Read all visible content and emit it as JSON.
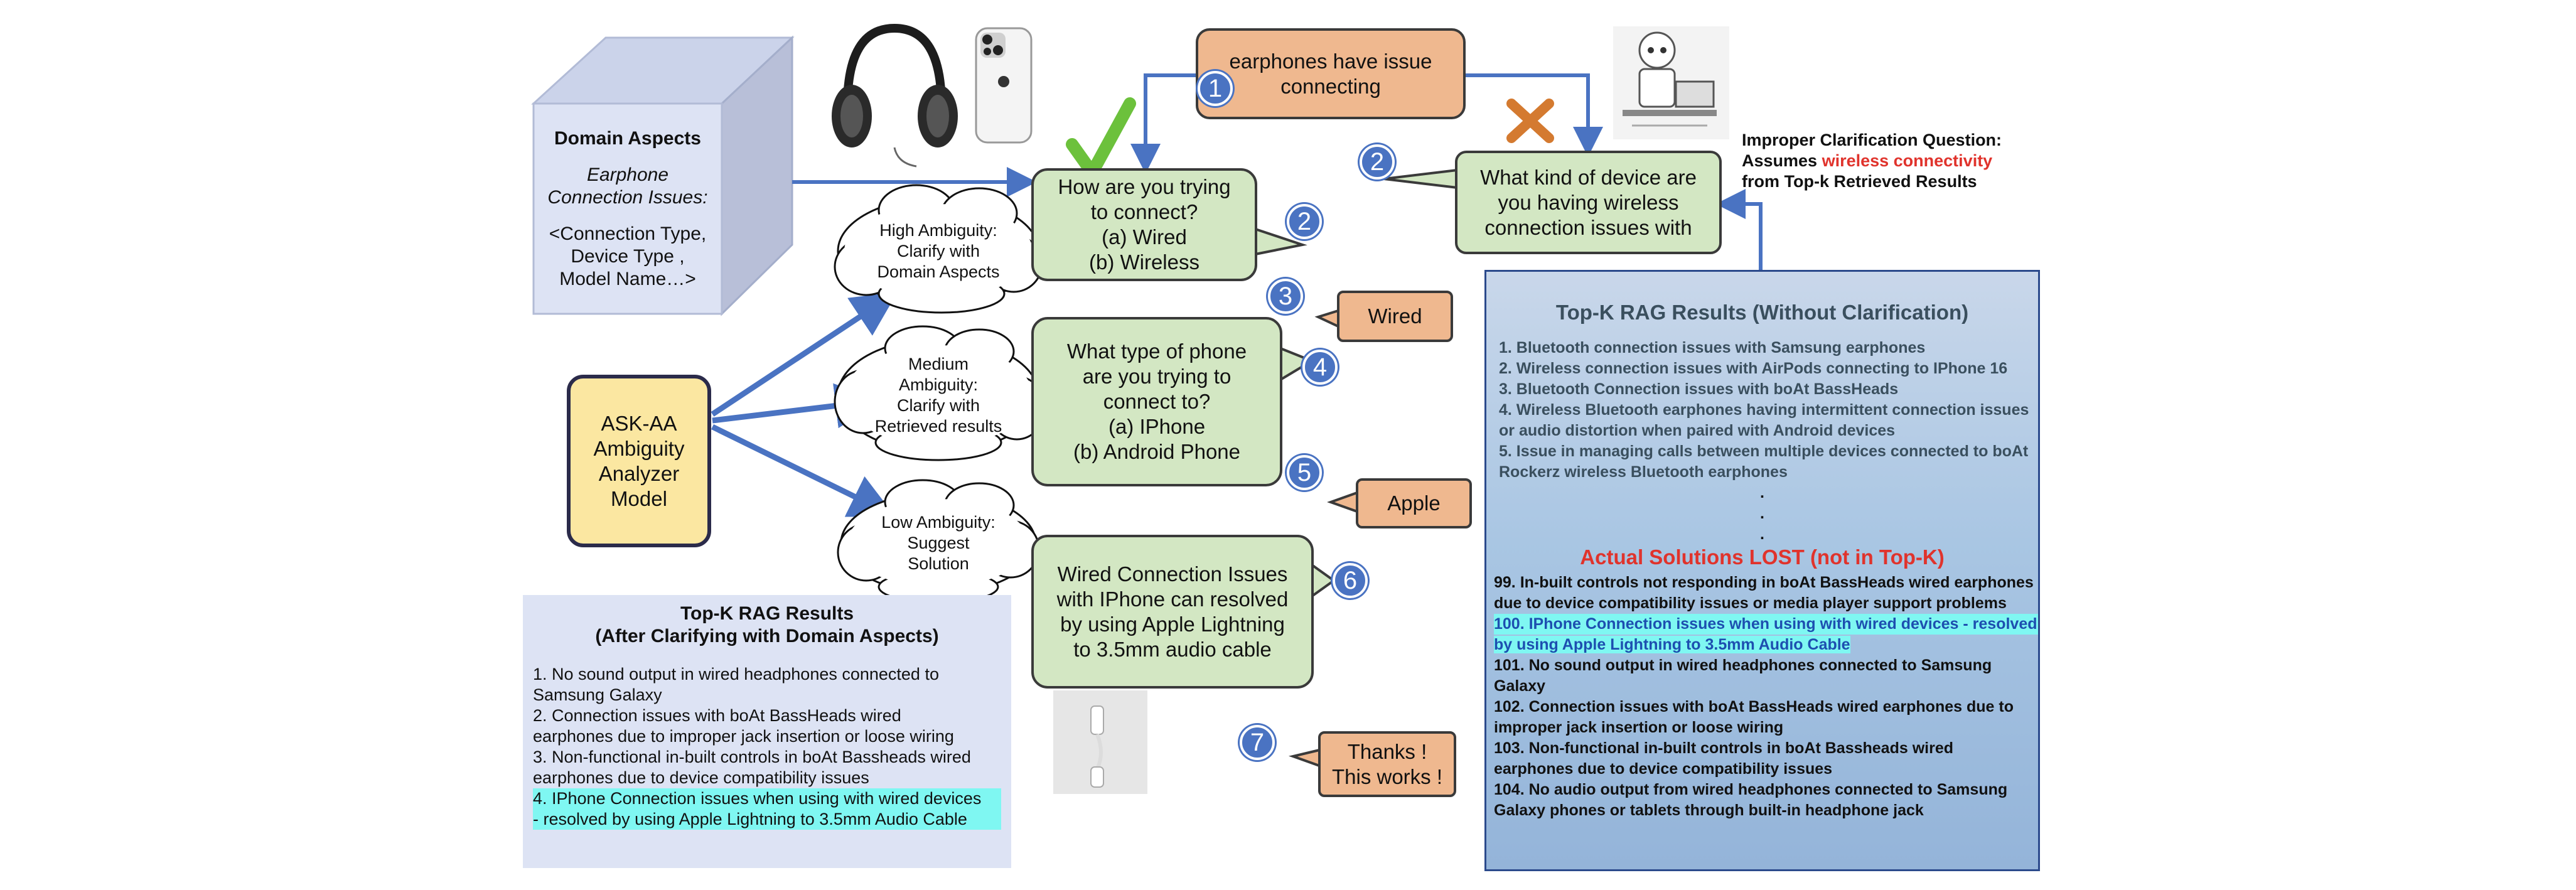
{
  "domain_box": {
    "title": "Domain Aspects",
    "subtitle_1": "Earphone",
    "subtitle_2": "Connection Issues:",
    "aspects_1": "<Connection Type,",
    "aspects_2": "Device Type ,",
    "aspects_3": "Model Name…>"
  },
  "model_box": {
    "line1": "ASK-AA",
    "line2": "Ambiguity",
    "line3": "Analyzer",
    "line4": "Model"
  },
  "clouds": {
    "high_1": "High Ambiguity:",
    "high_2": "Clarify with",
    "high_3": "Domain Aspects",
    "medium_1": "Medium",
    "medium_2": "Ambiguity:",
    "medium_3": "Clarify with",
    "medium_4": "Retrieved results",
    "low_1": "Low Ambiguity:",
    "low_2": "Suggest",
    "low_3": "Solution"
  },
  "steps": {
    "s1": "1",
    "s2a": "2",
    "s2b": "2",
    "s3": "3",
    "s4": "4",
    "s5": "5",
    "s6": "6",
    "s7": "7"
  },
  "user_query": {
    "line1": "earphones have issue",
    "line2": "connecting"
  },
  "q_connect": {
    "line1": "How are you trying",
    "line2": "to connect?",
    "line3": "(a) Wired",
    "line4": "(b) Wireless"
  },
  "a_wired": "Wired",
  "q_phone": {
    "line1": "What type of phone",
    "line2": "are you trying to",
    "line3": "connect to?",
    "line4": "(a) IPhone",
    "line5": "(b) Android Phone"
  },
  "a_apple": "Apple",
  "solution": {
    "line1": "Wired Connection Issues",
    "line2": "with IPhone can resolved",
    "line3": "by using Apple Lightning",
    "line4": "to 3.5mm audio cable"
  },
  "thanks": {
    "line1": "Thanks !",
    "line2": "This works !"
  },
  "bad_question": {
    "line1": "What kind of device are",
    "line2": "you having wireless",
    "line3": "connection issues with"
  },
  "improper_note": {
    "line1": "Improper Clarification Question:",
    "line2_pre": "Assumes ",
    "line2_red": "wireless connectivity",
    "line3": "from Top-k Retrieved Results"
  },
  "rag_after": {
    "title1": "Top-K RAG Results",
    "title2": "(After Clarifying with Domain Aspects)",
    "item1a": "1.   No sound output in wired headphones connected to",
    "item1b": "      Samsung Galaxy",
    "item2a": "2. Connection issues with boAt BassHeads wired",
    "item2b": "earphones due to improper jack insertion or loose wiring",
    "item3a": "3. Non-functional in-built controls in boAt Bassheads wired",
    "item3b": "earphones due to device compatibility issues",
    "item4a": "4. IPhone Connection issues when using with wired devices",
    "item4b": "- resolved by using Apple Lightning to 3.5mm Audio Cable"
  },
  "rag_without": {
    "title": "Top-K RAG Results (Without Clarification)",
    "items": [
      "1.   Bluetooth connection issues with Samsung earphones",
      "2.   Wireless connection issues with AirPods connecting to IPhone 16",
      "3.   Bluetooth Connection issues with boAt BassHeads",
      "4.   Wireless Bluetooth earphones having intermittent connection issues",
      "       or audio distortion when paired with Android devices",
      "5.   Issue in managing calls between multiple devices connected to boAt",
      "       Rockerz wireless Bluetooth earphones"
    ],
    "dots": ".",
    "lost_title": "Actual Solutions LOST (not in Top-K)",
    "lost_99a": "99. In-built controls not responding in boAt BassHeads wired earphones",
    "lost_99b": "due to device compatibility issues or media player support problems",
    "lost_100a": "100. IPhone Connection issues when using with wired devices - resolved",
    "lost_100b": "by using Apple Lightning to 3.5mm Audio Cable",
    "lost_101a": "101. No sound output in wired headphones connected to Samsung",
    "lost_101b": "Galaxy",
    "lost_102a": "102. Connection issues with boAt BassHeads wired earphones due to",
    "lost_102b": "improper jack insertion or loose wiring",
    "lost_103a": "103. Non-functional in-built controls in boAt Bassheads wired",
    "lost_103b": "earphones due to device compatibility issues",
    "lost_104a": "104. No audio output from wired headphones connected to Samsung",
    "lost_104b": "Galaxy phones or tablets through built-in headphone jack"
  },
  "colors": {
    "green_fill": "#d3e7c3",
    "orange_fill": "#efb88f",
    "yellow_fill": "#fbe7a1",
    "blue_arrow": "#4a73c2",
    "highlight": "#7ff7f2",
    "lost_red": "#e0332c"
  }
}
